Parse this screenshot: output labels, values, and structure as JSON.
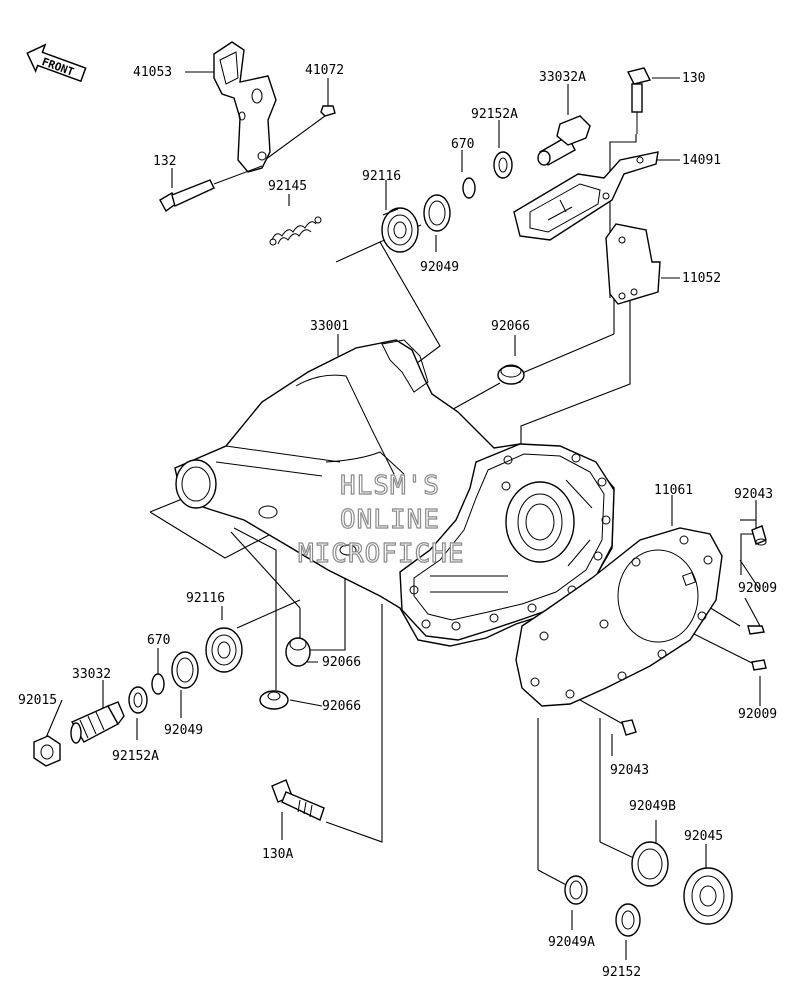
{
  "front_marker": "FRONT",
  "watermark": {
    "line1": "HLSM'S",
    "line2": "ONLINE",
    "line3": "MICROFICHE"
  },
  "parts": {
    "p41053": "41053",
    "p41072": "41072",
    "p132": "132",
    "p92145": "92145",
    "p92116_top": "92116",
    "p670_top": "670",
    "p92152A_top": "92152A",
    "p33032A": "33032A",
    "p130": "130",
    "p14091": "14091",
    "p92049_top": "92049",
    "p11052": "11052",
    "p33001": "33001",
    "p92066_top": "92066",
    "p11061": "11061",
    "p92043_top": "92043",
    "p92009_top": "92009",
    "p92116_bot": "92116",
    "p670_bot": "670",
    "p33032": "33032",
    "p92015": "92015",
    "p92049_bot": "92049",
    "p92152A_bot": "92152A",
    "p92066_mid": "92066",
    "p92066_bot": "92066",
    "p92009_bot": "92009",
    "p92043_bot": "92043",
    "p130A": "130A",
    "p92049B": "92049B",
    "p92045": "92045",
    "p92049A": "92049A",
    "p92152": "92152"
  }
}
